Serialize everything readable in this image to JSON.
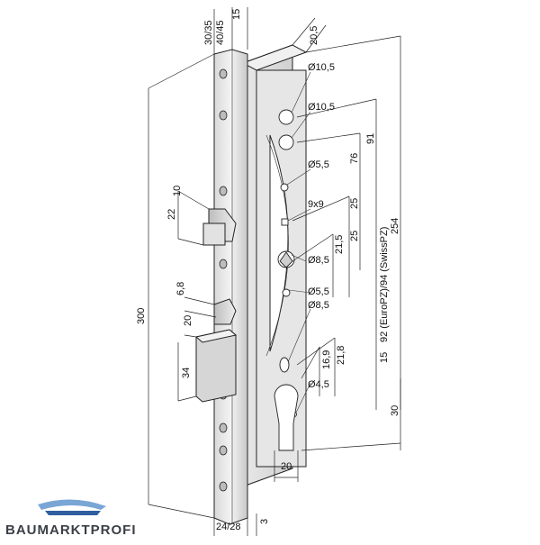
{
  "dimensions": {
    "backset_top": "30/35",
    "backset_bottom": "40/45",
    "faceplate_offset": "15",
    "depth_top": "20,5",
    "hole_1": "Ø10,5",
    "hole_2": "Ø10,5",
    "hole_3": "Ø5,5",
    "square": "9x9",
    "hole_4": "Ø8,5",
    "hole_5": "Ø5,5",
    "hole_6": "Ø8,5",
    "hole_7": "Ø4,5",
    "latch_width": "10",
    "latch_height": "22",
    "small_bolt": "6,8",
    "bolt_offset": "20",
    "bolt_height": "34",
    "total_height": "300",
    "cylinder_to_top": "254",
    "dim_91": "91",
    "dim_76": "76",
    "dim_25a": "25",
    "dim_25b": "25",
    "dim_21_5": "21,5",
    "distance_label": "92 (EuroPZ)/94 (SwissPZ)",
    "dim_15": "15",
    "dim_21_8": "21,8",
    "dim_16_9": "16,9",
    "dim_30": "30",
    "dim_20_bottom": "20",
    "faceplate_width": "24/28",
    "faceplate_thickness": "3"
  },
  "logo": {
    "text": "BAUMARKTPROFI",
    "colors": {
      "swoosh_light": "#7aa6d6",
      "swoosh_dark": "#2f5f9e",
      "text": "#3b3f46"
    }
  }
}
